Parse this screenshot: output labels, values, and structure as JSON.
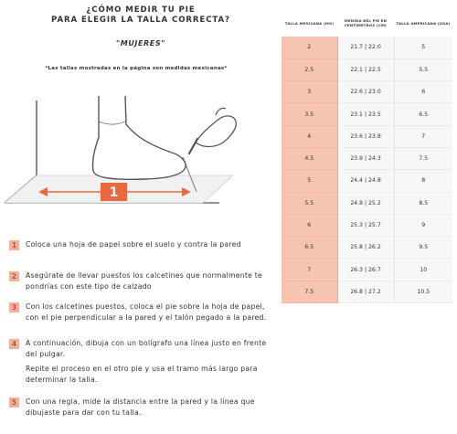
{
  "header": {
    "title_line1": "¿CÓMO MEDIR TU PIE",
    "title_line2": "PARA ELEGIR LA TALLA CORRECTA?",
    "subtitle": "\"MUJERES\"",
    "note": "*Las tallas mostradas en la página son medidas mexicanas*"
  },
  "illustration": {
    "ruler_label": "1",
    "accent_color": "#e8693f"
  },
  "steps": [
    {
      "num": "1",
      "text": "Coloca una hoja de papel sobre el suelo y contra la pared"
    },
    {
      "num": "2",
      "text": "Asegúrate de llevar puestos los calcetines que normalmente te pondrías con este tipo de calzado"
    },
    {
      "num": "3",
      "text": "Con los calcetines puestos, coloca el pie sobre la hoja de papel, con el pie perpendicular a la pared y el talón pegado a la pared."
    },
    {
      "num": "4",
      "text": "A continuación, dibuja con un bolígrafo una línea justo en frente del pulgar.",
      "extra": "Repite el proceso en el otro pie y usa el tramo más largo para determinar la talla."
    },
    {
      "num": "5",
      "text": "Con una regla, mide la distancia entre la pared y la línea que dibujaste para dar con tu talla."
    }
  ],
  "table": {
    "headers": {
      "mx": "TALLA MEXICANA (MX)",
      "cm": "MEDIDA DEL PIE EN CENTÍMETROS (CM)",
      "usa": "TALLA AMERICANA (USA)"
    },
    "rows": [
      {
        "mx": "2",
        "cm": "21.7 | 22.0",
        "usa": "5"
      },
      {
        "mx": "2.5",
        "cm": "22.1 | 22.5",
        "usa": "5.5"
      },
      {
        "mx": "3",
        "cm": "22.6 | 23.0",
        "usa": "6"
      },
      {
        "mx": "3.5",
        "cm": "23.1 | 23.5",
        "usa": "6.5"
      },
      {
        "mx": "4",
        "cm": "23.6 | 23.8",
        "usa": "7"
      },
      {
        "mx": "4.5",
        "cm": "23.9 | 24.3",
        "usa": "7.5"
      },
      {
        "mx": "5",
        "cm": "24.4 | 24.8",
        "usa": "8"
      },
      {
        "mx": "5.5",
        "cm": "24.9 | 25.2",
        "usa": "8.5"
      },
      {
        "mx": "6",
        "cm": "25.3 | 25.7",
        "usa": "9"
      },
      {
        "mx": "6.5",
        "cm": "25.8 | 26.2",
        "usa": "9.5"
      },
      {
        "mx": "7",
        "cm": "26.3 | 26.7",
        "usa": "10"
      },
      {
        "mx": "7.5",
        "cm": "26.8 | 27.2",
        "usa": "10.5"
      }
    ]
  }
}
